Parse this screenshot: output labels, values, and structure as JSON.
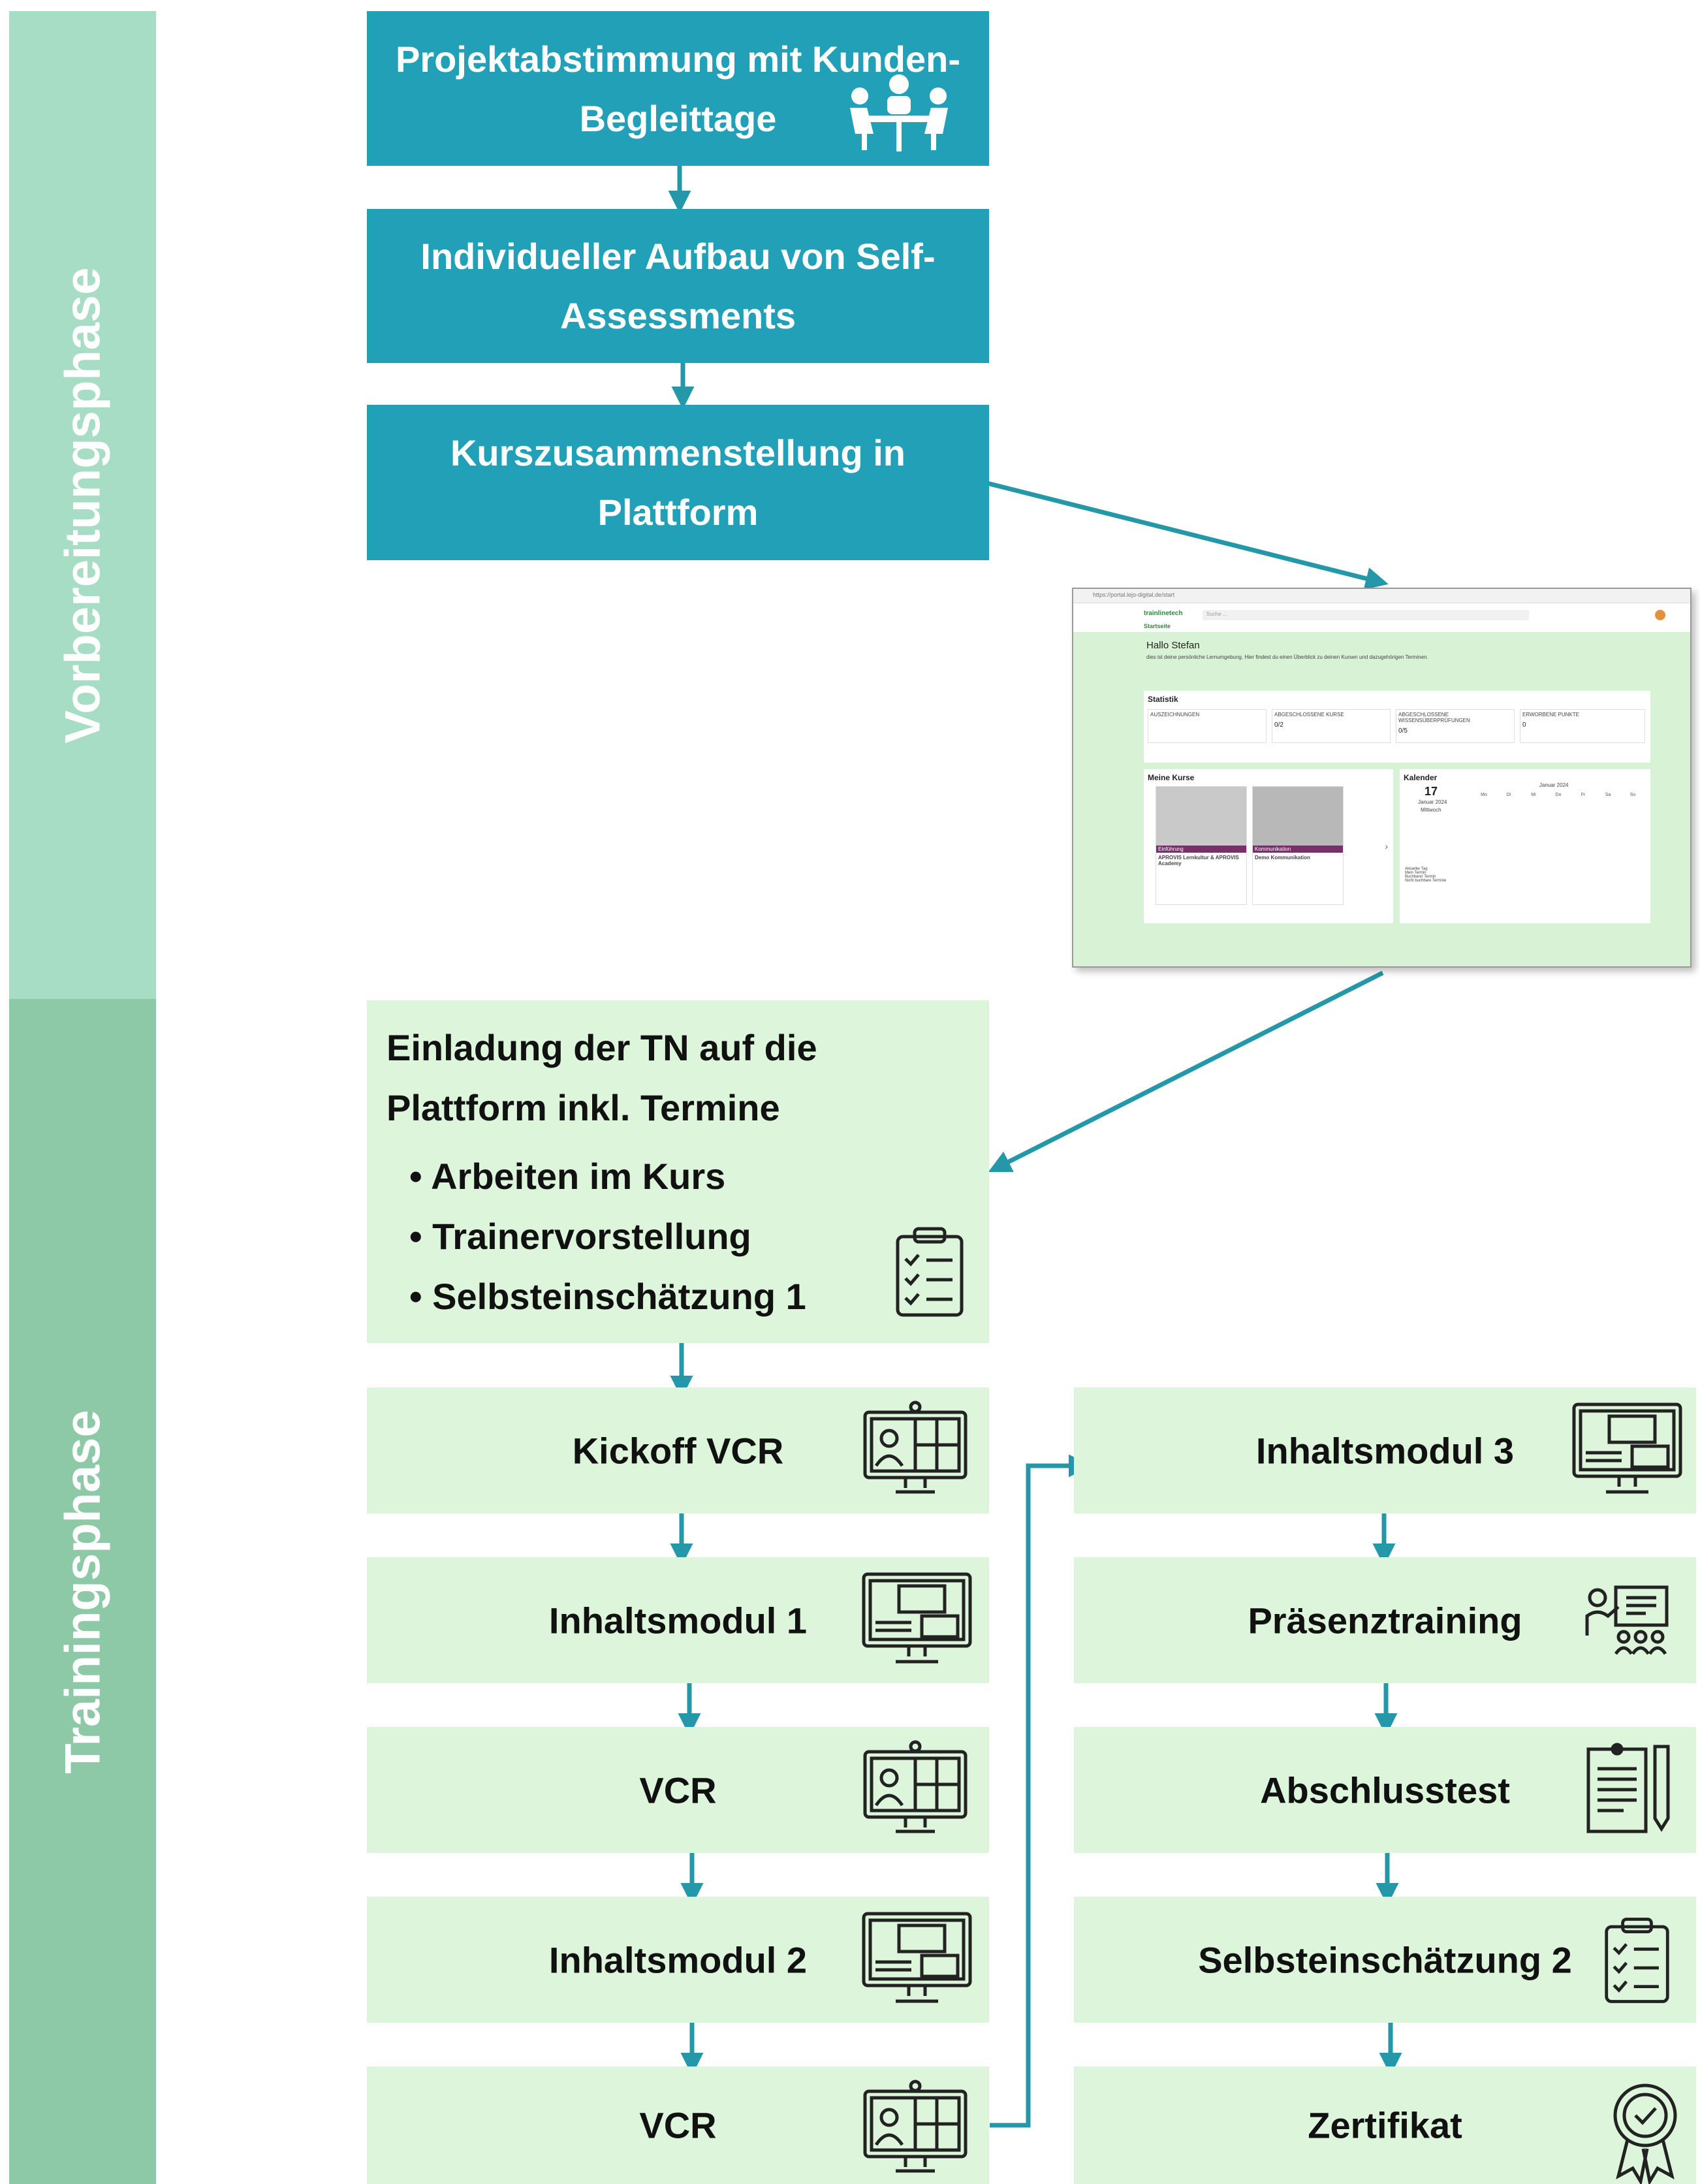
{
  "phases": {
    "preparation": "Vorbereitungsphase",
    "training": "Trainingsphase"
  },
  "prep_steps": [
    {
      "line1": "Projektabstimmung mit Kunden-",
      "line2": "Begleittage",
      "icon": "meeting-icon"
    },
    {
      "line1": "Individueller Aufbau von Self-",
      "line2": "Assessments"
    },
    {
      "line1": "Kurszusammenstellung in",
      "line2": "Plattform"
    }
  ],
  "invite": {
    "line1": "Einladung der TN auf die",
    "line2": "Plattform inkl. Termine",
    "bullets": [
      "Arbeiten im Kurs",
      "Trainervorstellung",
      "Selbsteinschätzung 1"
    ],
    "icon": "clipboard-checklist-icon"
  },
  "left_column": [
    {
      "label": "Kickoff VCR",
      "icon": "video-conference-icon"
    },
    {
      "label": "Inhaltsmodul 1",
      "icon": "elearning-monitor-icon"
    },
    {
      "label": "VCR",
      "icon": "video-conference-icon"
    },
    {
      "label": "Inhaltsmodul 2",
      "icon": "elearning-monitor-icon"
    },
    {
      "label": "VCR",
      "icon": "video-conference-icon"
    }
  ],
  "right_column": [
    {
      "label": "Inhaltsmodul 3",
      "icon": "elearning-monitor-icon"
    },
    {
      "label": "Präsenztraining",
      "icon": "presentation-training-icon"
    },
    {
      "label": "Abschlusstest",
      "icon": "exam-document-icon"
    },
    {
      "label": "Selbsteinschätzung 2",
      "icon": "clipboard-checklist-icon"
    },
    {
      "label": "Zertifikat",
      "icon": "certificate-badge-icon"
    }
  ],
  "screenshot": {
    "url": "https://portal.lejo-digital.de/start",
    "brand": "trainlinetech",
    "search_placeholder": "Suche ...",
    "nav": "Startseite",
    "greeting": "Hallo Stefan",
    "intro": "dies ist deine persönliche Lernumgebung. Hier findest du einen Überblick zu deinen Kursen und dazugehörigen Terminen.",
    "stats_title": "Statistik",
    "stats": [
      {
        "label": "AUSZEICHNUNGEN",
        "value": ""
      },
      {
        "label": "ABGESCHLOSSENE KURSE",
        "value": "0/2"
      },
      {
        "label": "ABGESCHLOSSENE WISSENSÜBERPRÜFUNGEN",
        "value": "0/5"
      },
      {
        "label": "ERWORBENE PUNKTE",
        "value": "0"
      }
    ],
    "courses_title": "Meine Kurse",
    "courses": [
      {
        "tag": "Einführung",
        "name": "APROVIS Lernkultur & APROVIS Academy"
      },
      {
        "tag": "Kommunikation",
        "name": "Demo Kommunikation"
      }
    ],
    "calendar_title": "Kalender",
    "calendar_day": "17",
    "calendar_date": "Januar 2024",
    "calendar_weekday": "Mittwoch",
    "calendar_month": "Januar 2024",
    "weekdays": [
      "Mo",
      "Di",
      "Mi",
      "Do",
      "Fr",
      "Sa",
      "So"
    ],
    "legend": [
      "Aktueller Tag",
      "Mein Termin",
      "Buchbarer Termin",
      "Nicht buchbare Termine"
    ]
  },
  "colors": {
    "prep_band": "#a6ddc4",
    "training_band": "#8dc9a7",
    "teal_box": "#22a0b8",
    "green_box": "#dcf5db",
    "arrow": "#2497a9"
  }
}
